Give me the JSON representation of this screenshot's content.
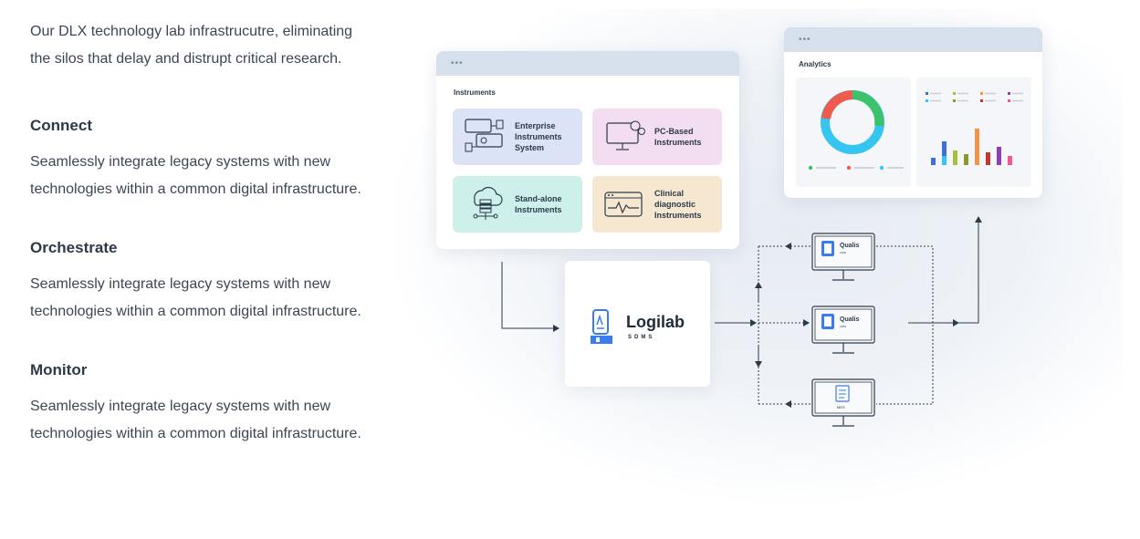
{
  "intro": "Our DLX technology lab infrastrucutre, eliminating the silos that delay and distrupt critical research.",
  "sections": [
    {
      "title": "Connect",
      "body": "Seamlessly integrate legacy systems with new technologies within a common digital infrastructure."
    },
    {
      "title": "Orchestrate",
      "body": "Seamlessly integrate legacy systems with new technologies within a common digital infrastructure."
    },
    {
      "title": "Monitor",
      "body": "Seamlessly integrate legacy systems with new technologies within a common digital infrastructure."
    }
  ],
  "diagram": {
    "window_dots": "•••",
    "instruments_title": "Instruments",
    "instruments": [
      {
        "label": "Enterprise Instruments System",
        "color": "#dde3f6",
        "icon": "enterprise-system-icon"
      },
      {
        "label": "PC-Based Instruments",
        "color": "#f3def1",
        "icon": "pc-gears-icon"
      },
      {
        "label": "Stand-alone Instruments",
        "color": "#cdf1ea",
        "icon": "cloud-server-icon"
      },
      {
        "label": "Clinical diagnostic Instruments",
        "color": "#f6e8d0",
        "icon": "heartbeat-monitor-icon"
      }
    ],
    "analytics_title": "Analytics",
    "donut_colors": [
      "#f05a4f",
      "#3cc26a",
      "#35c5f0"
    ],
    "bar_colors": [
      "#3f6fd8",
      "#35c5f0",
      "#a6c23a",
      "#f0954a",
      "#8c3fb0",
      "#f05a8a"
    ],
    "logilab": {
      "name": "Logilab",
      "sub": "SDMS"
    },
    "systems": [
      {
        "label": "Qualis",
        "sub": "LIMS",
        "icon": "qualis-document-icon"
      },
      {
        "label": "Qualis",
        "sub": "LIMS",
        "icon": "qualis-document-icon"
      },
      {
        "label": "",
        "sub": "MES",
        "icon": "mes-document-icon"
      }
    ],
    "accent": "#3b7bf0"
  }
}
